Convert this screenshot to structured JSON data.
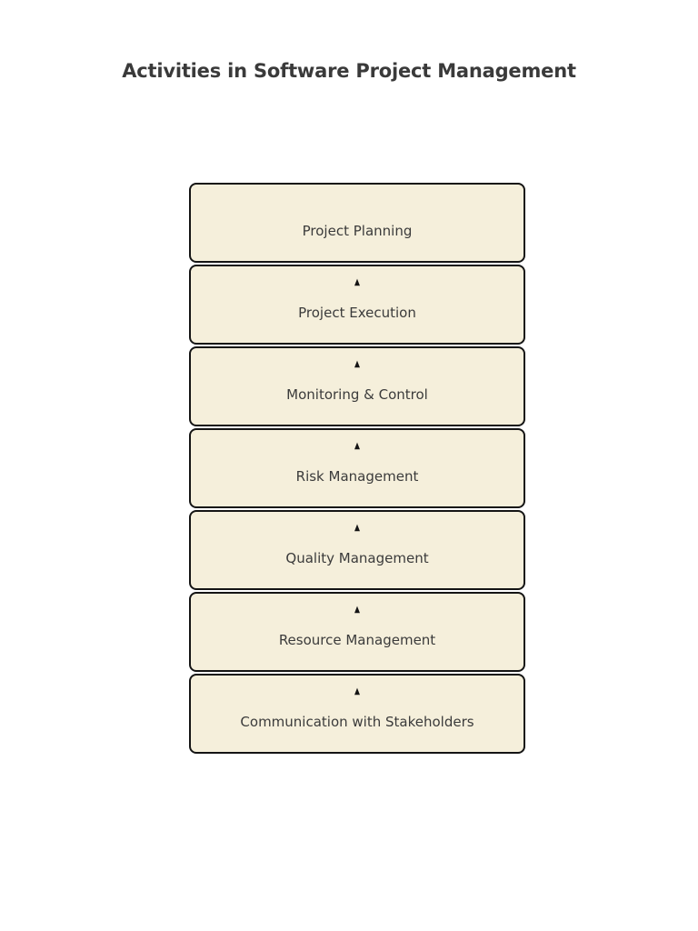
{
  "page": {
    "background": "#ffffff"
  },
  "title": "Activities in Software Project Management",
  "diagram": {
    "type": "vertical-process-stack",
    "box_fill": "#f5efdb",
    "box_border": "#141414",
    "title_color": "#3a3a3a",
    "text_color": "#3b3b3b",
    "arrow_icon": "▲",
    "steps": [
      {
        "label": "Project Planning",
        "has_arrow": false
      },
      {
        "label": "Project Execution",
        "has_arrow": true
      },
      {
        "label": "Monitoring & Control",
        "has_arrow": true
      },
      {
        "label": "Risk Management",
        "has_arrow": true
      },
      {
        "label": "Quality Management",
        "has_arrow": true
      },
      {
        "label": "Resource Management",
        "has_arrow": true
      },
      {
        "label": "Communication with Stakeholders",
        "has_arrow": true
      }
    ]
  }
}
